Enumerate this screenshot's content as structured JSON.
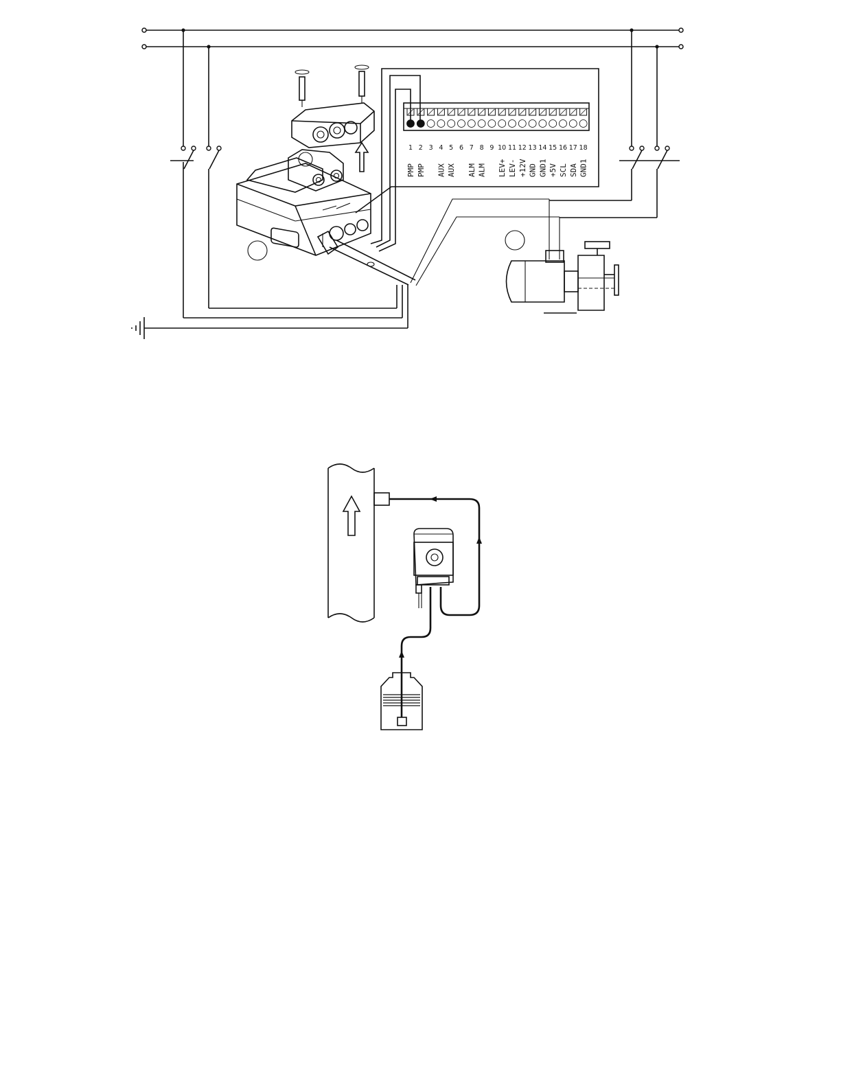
{
  "terminal_block": {
    "numbers": [
      "1",
      "2",
      "3",
      "4",
      "5",
      "6",
      "7",
      "8",
      "9",
      "10",
      "11",
      "12",
      "13",
      "14",
      "15",
      "16",
      "17",
      "18"
    ],
    "labels": [
      "PMP",
      "PMP",
      "",
      "AUX",
      "AUX",
      "",
      "ALM",
      "ALM",
      "",
      "LEV+",
      "LEV-",
      "+12V",
      "GND",
      "GND1",
      "+5V",
      "SCL",
      "SDA",
      "GND1"
    ]
  },
  "callouts": {
    "pump_marker": "",
    "motor_marker": ""
  }
}
